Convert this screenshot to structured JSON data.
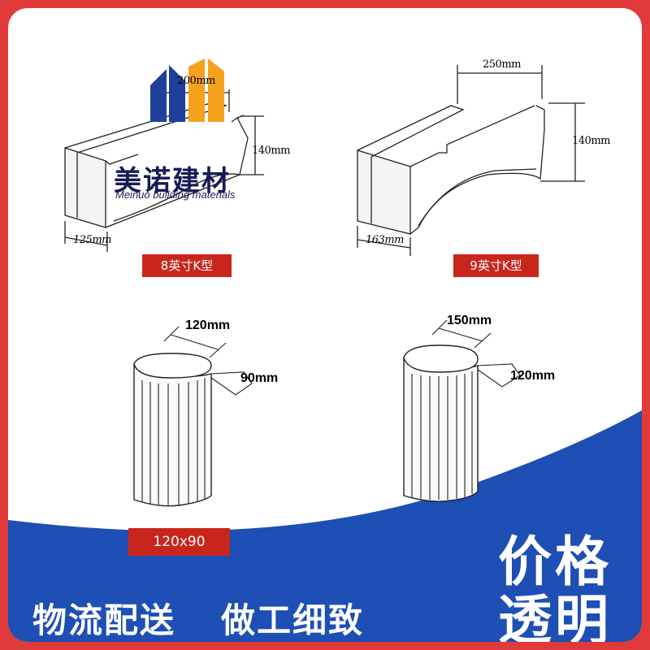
{
  "logo": {
    "name_cn": "美诺建材",
    "name_en": "Meinuo building materials",
    "colors": {
      "navy": "#1e3f9a",
      "orange": "#f4a11c",
      "text": "#161b55"
    }
  },
  "products": {
    "gutter_8": {
      "label": "8英寸K型",
      "width_top": "200mm",
      "height": "140mm",
      "width_bottom": "125mm"
    },
    "gutter_9": {
      "label": "9英寸K型",
      "width_top": "250mm",
      "height": "140mm",
      "width_bottom": "163mm"
    },
    "downpipe_small": {
      "label": "120x90",
      "dim_a": "120mm",
      "dim_b": "90mm"
    },
    "downpipe_large": {
      "dim_a": "150mm",
      "dim_b": "120mm"
    }
  },
  "banner": {
    "slogan_left_1": "物流配送",
    "slogan_left_2": "做工细致",
    "slogan_right_1": "价格",
    "slogan_right_2": "透明",
    "colors": {
      "blue": "#1d4fb4",
      "red": "#e03a3a",
      "tag": "#c8261d"
    }
  }
}
